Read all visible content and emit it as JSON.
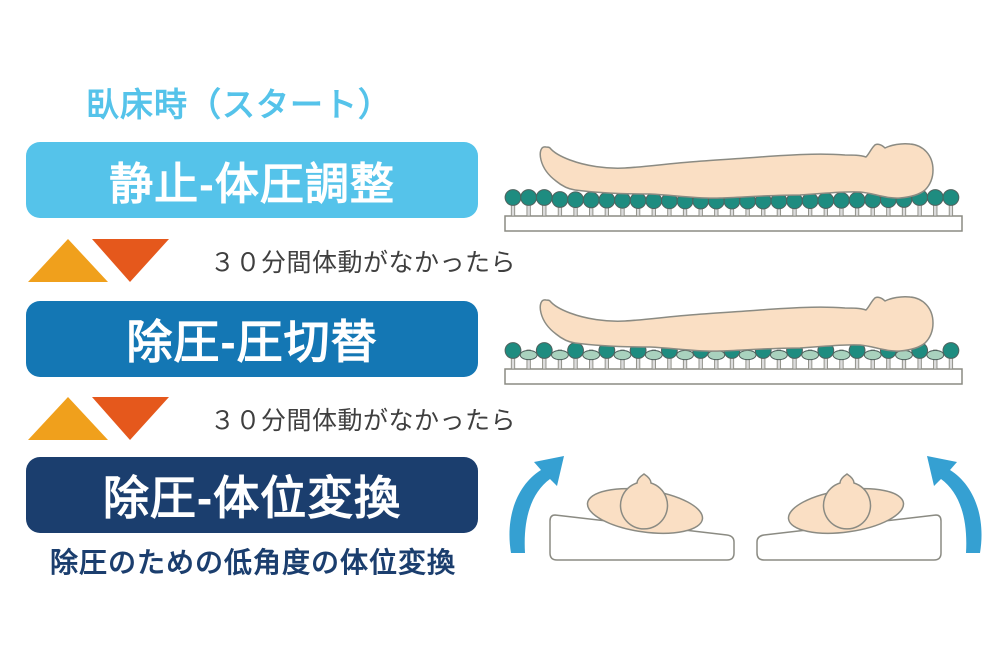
{
  "title": {
    "text": "臥床時（スタート）",
    "color": "#55C3EA"
  },
  "steps": [
    {
      "label": "静止-体圧調整",
      "bg": "#55C3EA"
    },
    {
      "label": "除圧-圧切替",
      "bg": "#1477B4"
    },
    {
      "label": "除圧-体位変換",
      "bg": "#1B3E6E"
    }
  ],
  "transitions": [
    {
      "label": "３０分間体動がなかったら"
    },
    {
      "label": "３０分間体動がなかったら"
    }
  ],
  "caption": {
    "text": "除圧のための低角度の体位変換",
    "color": "#1B3E6E"
  },
  "palette": {
    "triangle_orange": "#F0A01C",
    "triangle_red": "#E5581C",
    "skin": "#FADFC4",
    "outline": "#8B8B83",
    "arrow_blue": "#35A0D2"
  },
  "illustrations": {
    "static_mattress": {
      "name": "person-supine-on-all-inflated-air-cells",
      "cell_count": 29,
      "cell_color": "#1E8C80"
    },
    "alternating_mattress": {
      "name": "person-supine-on-alternating-air-cells",
      "cell_count": 29,
      "inflated_color": "#1E8C80",
      "deflated_color": "#A9D2BE"
    },
    "tilt": {
      "name": "low-angle-position-change-figures",
      "arrow_color": "#35A0D2"
    }
  }
}
